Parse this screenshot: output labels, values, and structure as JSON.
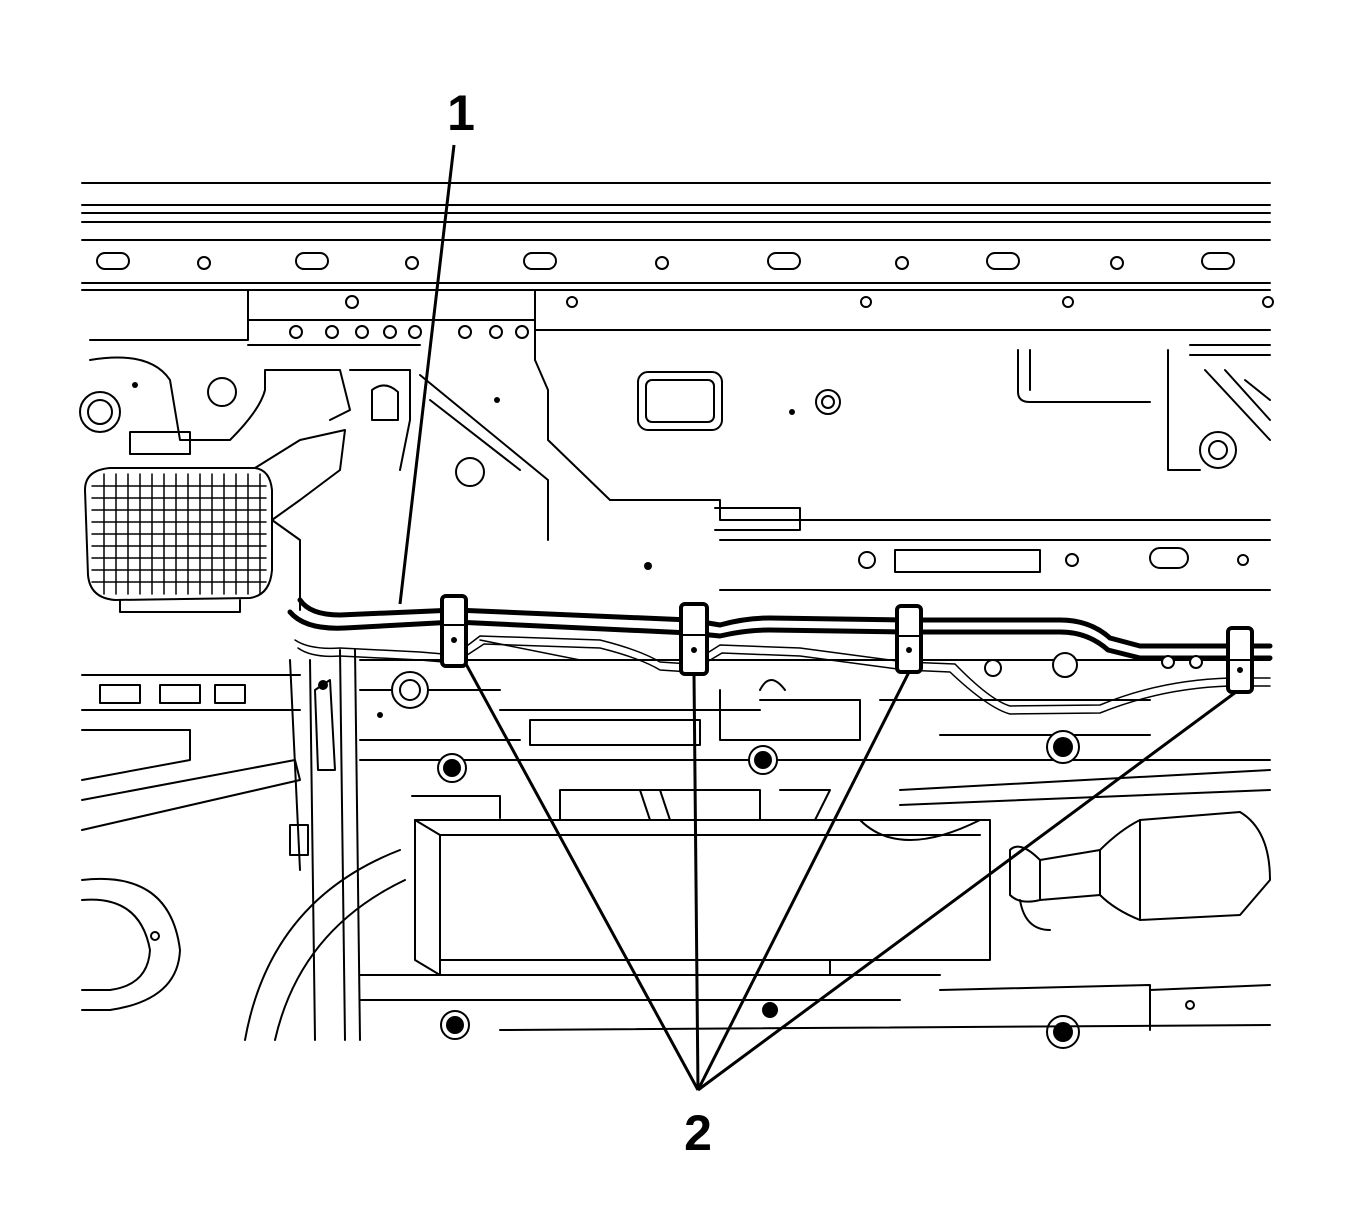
{
  "callouts": [
    {
      "id": "1",
      "label": "1"
    },
    {
      "id": "2",
      "label": "2"
    }
  ],
  "colors": {
    "line": "#000000",
    "background": "#ffffff"
  },
  "icons": [
    "crosshatch-grille-icon",
    "bolt-icon",
    "clip-icon",
    "catalytic-converter-icon"
  ]
}
